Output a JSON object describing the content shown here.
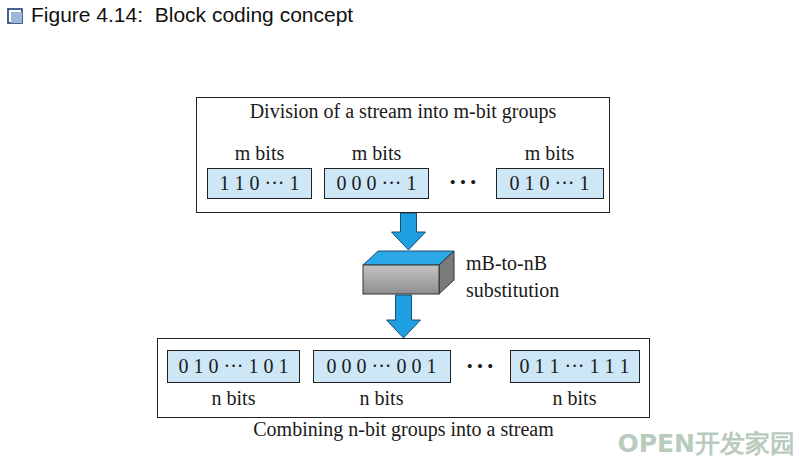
{
  "diagram": {
    "title": "Figure 4.14:  Block coding concept",
    "nodes": [
      {
        "text": [
          "Division of a stream into m-bit groups"
        ]
      },
      {
        "text": [
          "m bits",
          "1 1 0 ··· 1"
        ],
        "in": 0
      },
      {
        "text": [
          "m bits",
          "0 0 0 ··· 1"
        ],
        "in": 0
      },
      {
        "text": [
          "m bits",
          "0 1 0 ··· 1"
        ],
        "in": 0
      },
      {
        "text": [
          "mB-to-nB substitution"
        ]
      },
      {
        "text": [
          "Combining n-bit groups into a stream"
        ]
      },
      {
        "text": [
          "0 1 0 ··· 1 0 1",
          "n bits"
        ],
        "in": 5
      },
      {
        "text": [
          "0 0 0 ··· 0 0 1",
          "n bits"
        ],
        "in": 5
      },
      {
        "text": [
          "0 1 1 ··· 1 1 1",
          "n bits"
        ],
        "in": 5
      }
    ],
    "edges": [
      {
        "from": 0,
        "to": 4,
        "arrow": "to"
      },
      {
        "from": 4,
        "to": 5,
        "arrow": "to"
      }
    ],
    "labels": [
      "• • •",
      "• • •",
      "OPEN开发家园"
    ]
  }
}
